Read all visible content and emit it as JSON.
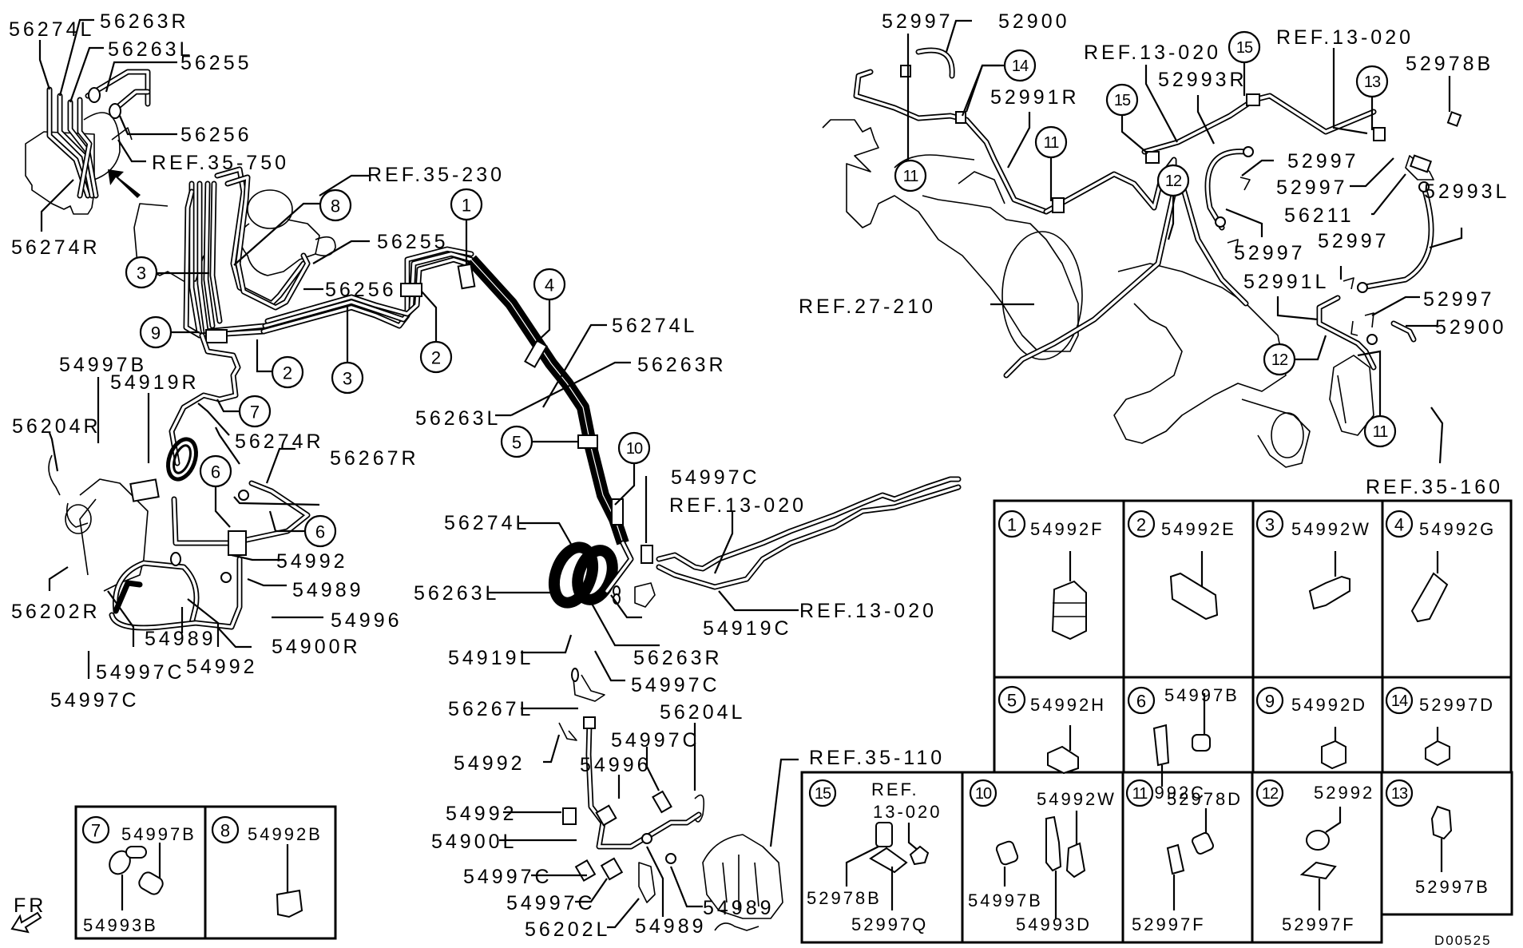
{
  "diagram": {
    "title_code": "D00525",
    "direction_indicator": "FR",
    "labels": {
      "abs_56274L": "56274L",
      "abs_56263R": "56263R",
      "abs_56263L": "56263L",
      "abs_56255": "56255",
      "abs_56256": "56256",
      "abs_ref_35_750": "REF.35-750",
      "abs_56274R": "56274R",
      "ref_35_230": "REF.35-230",
      "mc_56255": "56255",
      "mc_56256": "56256",
      "fr_54997B": "54997B",
      "fr_54919R": "54919R",
      "fr_56204R": "56204R",
      "fr_56274R": "56274R",
      "fr_56267R": "56267R",
      "fr_54992_a": "54992",
      "fr_54989_a": "54989",
      "fr_54996": "54996",
      "fr_56202R": "56202R",
      "fr_54900R": "54900R",
      "fr_54989_b": "54989",
      "fr_54992_b": "54992",
      "fr_54997C_a": "54997C",
      "fr_54997C_b": "54997C",
      "mid_56274L_a": "56274L",
      "mid_56263R_a": "56263R",
      "mid_56263L_a": "56263L",
      "mid_54997C_top": "54997C",
      "mid_ref_13_020_a": "REF.13-020",
      "mid_56274L_b": "56274L",
      "mid_56263L_b": "56263L",
      "mid_54919C": "54919C",
      "mid_ref_13_020_b": "REF.13-020",
      "mid_56263R_b": "56263R",
      "mid_54919L": "54919L",
      "mid_54997C_c": "54997C",
      "mid_56267L": "56267L",
      "mid_56204L": "56204L",
      "mid_54997C_d": "54997C",
      "mid_54992_a": "54992",
      "mid_54996": "54996",
      "ref_35_110": "REF.35-110",
      "mid_54992_b": "54992",
      "mid_54900L": "54900L",
      "mid_54997C_e": "54997C",
      "mid_54997C_f": "54997C",
      "mid_56202L": "56202L",
      "mid_54989_a": "54989",
      "mid_54989_b": "54989",
      "rear_52997_top": "52997",
      "rear_52900_top": "52900",
      "rear_ref_13_020_a": "REF.13-020",
      "rear_ref_13_020_b": "REF.13-020",
      "rear_52993R": "52993R",
      "rear_52991R": "52991R",
      "rear_52978B": "52978B",
      "rear_52997_a": "52997",
      "rear_52997_b": "52997",
      "rear_56211": "56211",
      "rear_52993L": "52993L",
      "rear_52997_c": "52997",
      "rear_52997_d": "52997",
      "rear_52991L": "52991L",
      "rear_52997_e": "52997",
      "rear_52900_b": "52900",
      "ref_27_210": "REF.27-210",
      "ref_35_160": "REF.35-160"
    },
    "callouts": [
      "1",
      "2",
      "3",
      "4",
      "5",
      "6",
      "7",
      "8",
      "9",
      "10",
      "11",
      "12",
      "13",
      "14",
      "15"
    ],
    "legend_cells": [
      {
        "num": "1",
        "parts": [
          "54992F"
        ]
      },
      {
        "num": "2",
        "parts": [
          "54992E"
        ]
      },
      {
        "num": "3",
        "parts": [
          "54992W"
        ]
      },
      {
        "num": "4",
        "parts": [
          "54992G"
        ]
      },
      {
        "num": "5",
        "parts": [
          "54992H"
        ]
      },
      {
        "num": "6",
        "parts": [
          "54997B",
          "54992C"
        ]
      },
      {
        "num": "9",
        "parts": [
          "54992D"
        ]
      },
      {
        "num": "14",
        "parts": [
          "52997D"
        ]
      },
      {
        "num": "15",
        "parts": [
          "REF.",
          "13-020",
          "52978B",
          "52997Q"
        ]
      },
      {
        "num": "10",
        "parts": [
          "54992W",
          "54997B",
          "54993D"
        ]
      },
      {
        "num": "11",
        "parts": [
          "52978D",
          "52997F"
        ]
      },
      {
        "num": "12",
        "parts": [
          "52992",
          "52997F"
        ]
      },
      {
        "num": "13",
        "parts": [
          "52997B"
        ]
      },
      {
        "num": "7",
        "parts": [
          "54997B",
          "54993B"
        ]
      },
      {
        "num": "8",
        "parts": [
          "54992B"
        ]
      }
    ]
  }
}
